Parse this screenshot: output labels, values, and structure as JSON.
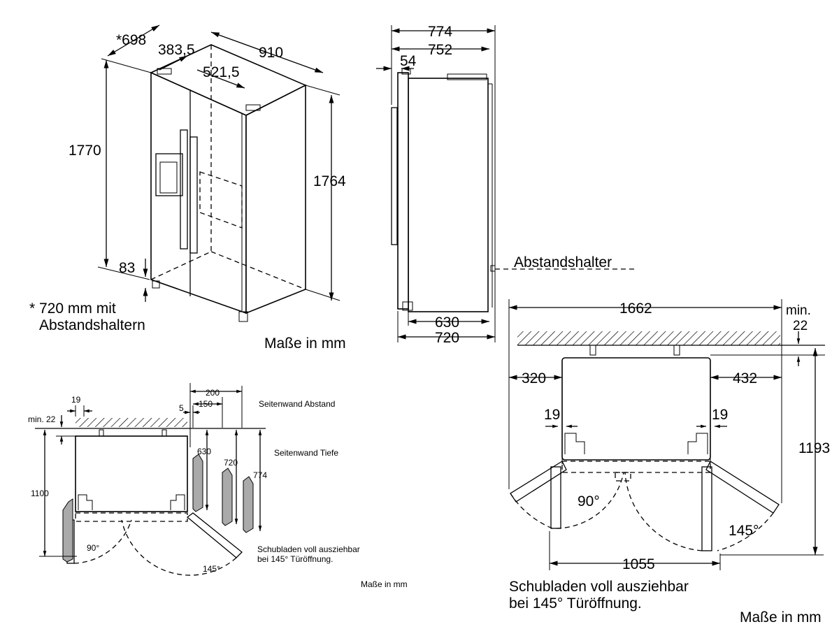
{
  "iso": {
    "dim_depth": "*698",
    "dim_left": "383,5",
    "dim_right": "521,5",
    "dim_width": "910",
    "dim_height_total": "1770",
    "dim_height_body": "1764",
    "dim_feet": "83",
    "note_line1": "* 720 mm mit",
    "note_line2": "Abstandshaltern",
    "units": "Maße in mm"
  },
  "side": {
    "dim_774": "774",
    "dim_752": "752",
    "dim_54": "54",
    "dim_630": "630",
    "dim_720": "720",
    "spacer_label": "Abstandshalter"
  },
  "plan_small": {
    "dim_19": "19",
    "dim_min22": "min. 22",
    "dim_1100": "1100",
    "dim_5": "5",
    "dim_150": "150",
    "dim_200": "200",
    "dim_630": "630",
    "dim_720": "720",
    "dim_774": "774",
    "angle_90": "90°",
    "angle_145": "145°",
    "label_side_gap": "Seitenwand Abstand",
    "label_side_depth": "Seitenwand Tiefe",
    "note_line1": "Schubladen voll ausziehbar",
    "note_line2": "bei 145° Türöffnung.",
    "units": "Maße in mm"
  },
  "plan_large": {
    "dim_1662": "1662",
    "dim_min": "min.",
    "dim_22": "22",
    "dim_320": "320",
    "dim_432": "432",
    "dim_19_left": "19",
    "dim_19_right": "19",
    "dim_1193": "1193",
    "dim_1055": "1055",
    "angle_90": "90°",
    "angle_145": "145°",
    "note_line1": "Schubladen voll ausziehbar",
    "note_line2": "bei 145° Türöffnung.",
    "units": "Maße in mm"
  }
}
